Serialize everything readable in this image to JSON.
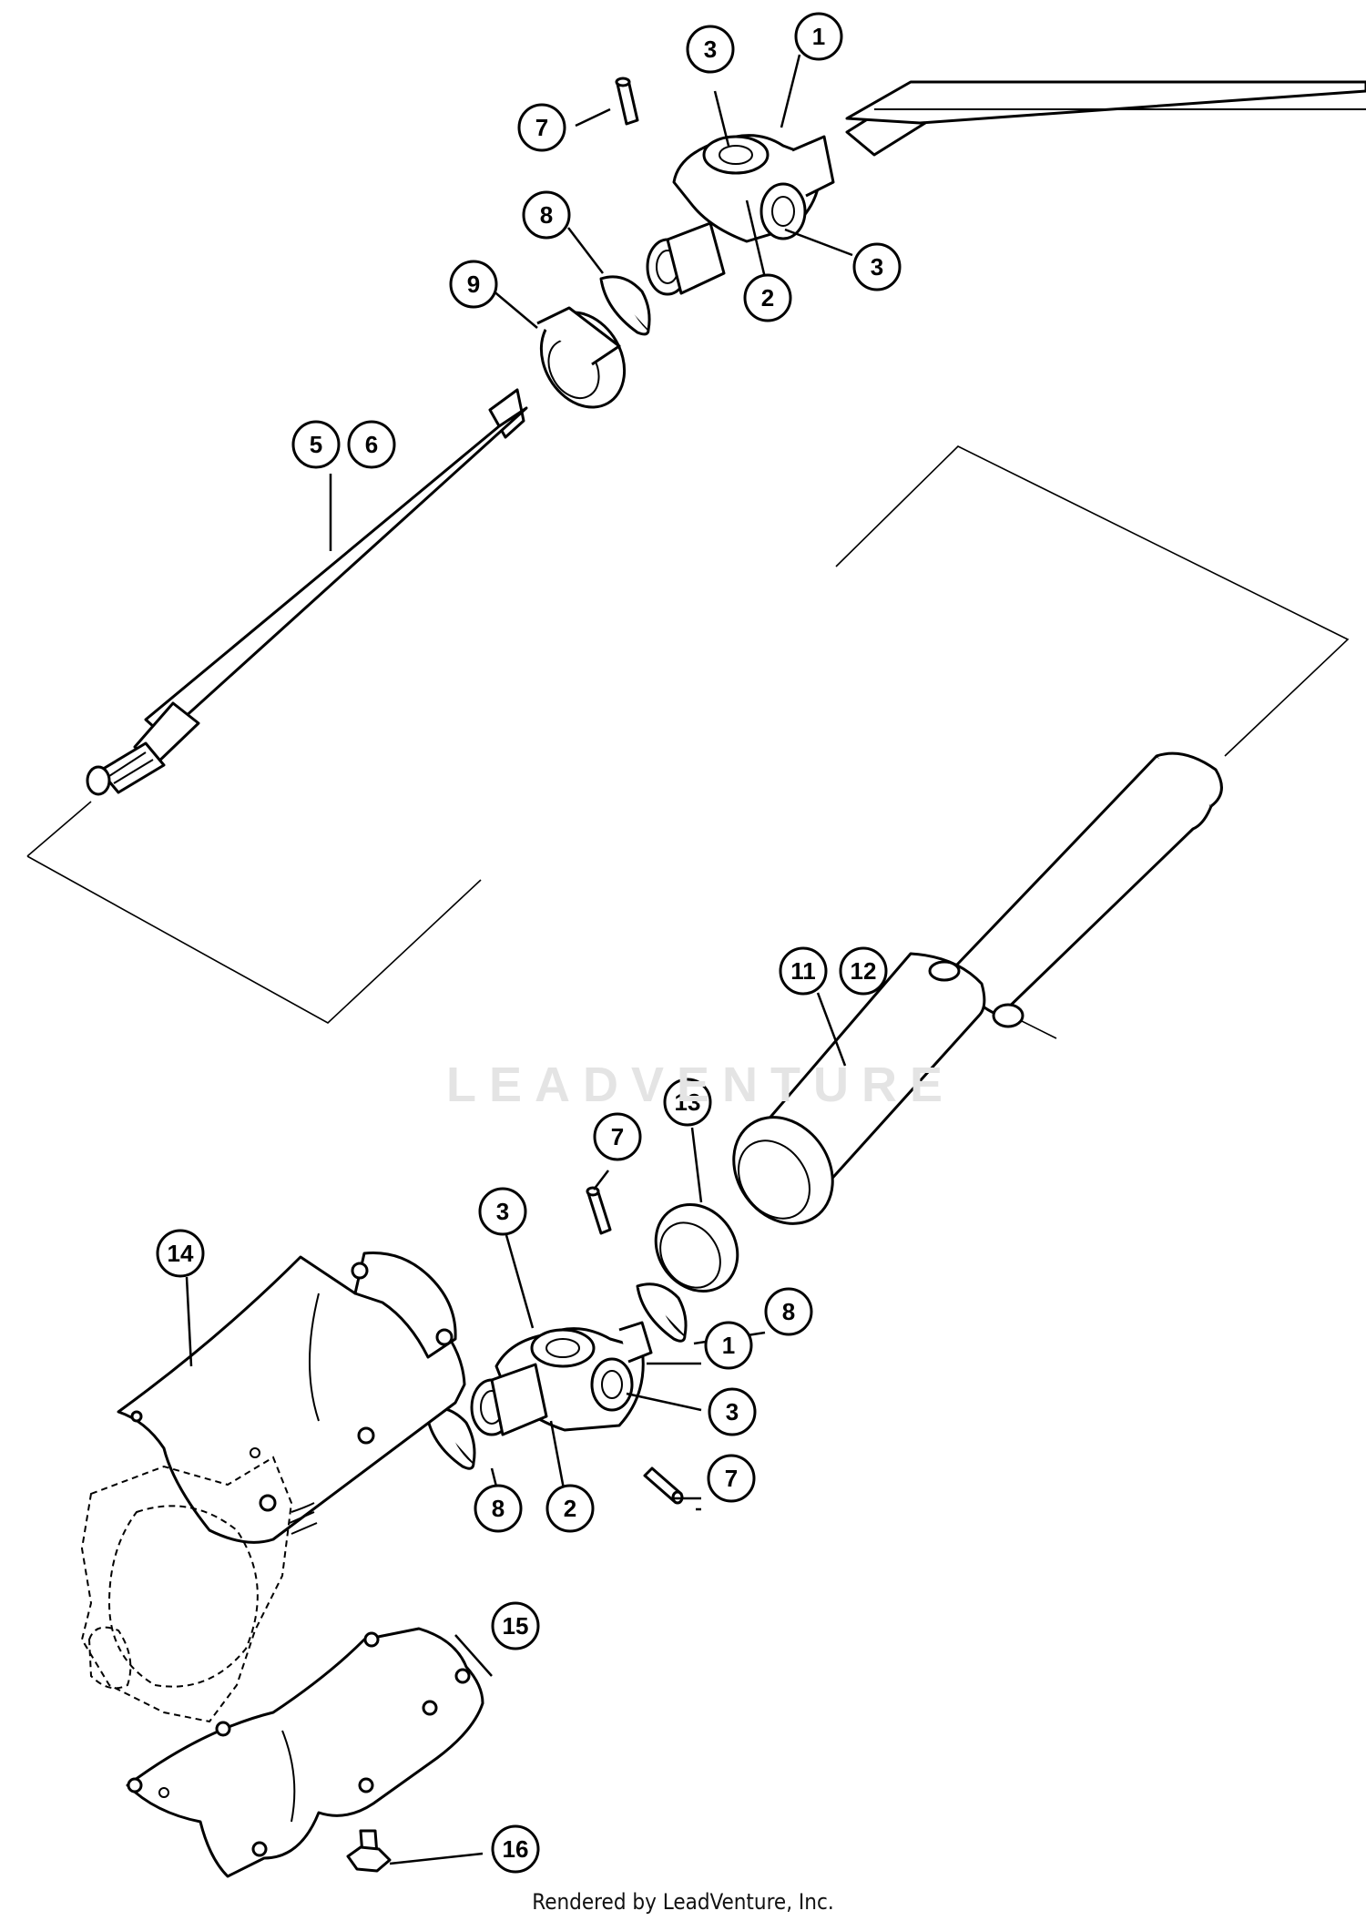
{
  "credit": "Rendered by LeadVenture, Inc.",
  "watermark": "LEADVENTURE",
  "callouts": [
    {
      "id": "c-1a",
      "label": "1"
    },
    {
      "id": "c-3a",
      "label": "3"
    },
    {
      "id": "c-7a",
      "label": "7"
    },
    {
      "id": "c-8a",
      "label": "8"
    },
    {
      "id": "c-3b",
      "label": "3"
    },
    {
      "id": "c-9",
      "label": "9"
    },
    {
      "id": "c-2a",
      "label": "2"
    },
    {
      "id": "c-5",
      "label": "5"
    },
    {
      "id": "c-6",
      "label": "6"
    },
    {
      "id": "c-11",
      "label": "11"
    },
    {
      "id": "c-12",
      "label": "12"
    },
    {
      "id": "c-13",
      "label": "13"
    },
    {
      "id": "c-7b",
      "label": "7"
    },
    {
      "id": "c-3c",
      "label": "3"
    },
    {
      "id": "c-14",
      "label": "14"
    },
    {
      "id": "c-8b",
      "label": "8"
    },
    {
      "id": "c-1b",
      "label": "1"
    },
    {
      "id": "c-3d",
      "label": "3"
    },
    {
      "id": "c-7c",
      "label": "7"
    },
    {
      "id": "c-8c",
      "label": "8"
    },
    {
      "id": "c-2b",
      "label": "2"
    },
    {
      "id": "c-15",
      "label": "15"
    },
    {
      "id": "c-16",
      "label": "16"
    }
  ]
}
